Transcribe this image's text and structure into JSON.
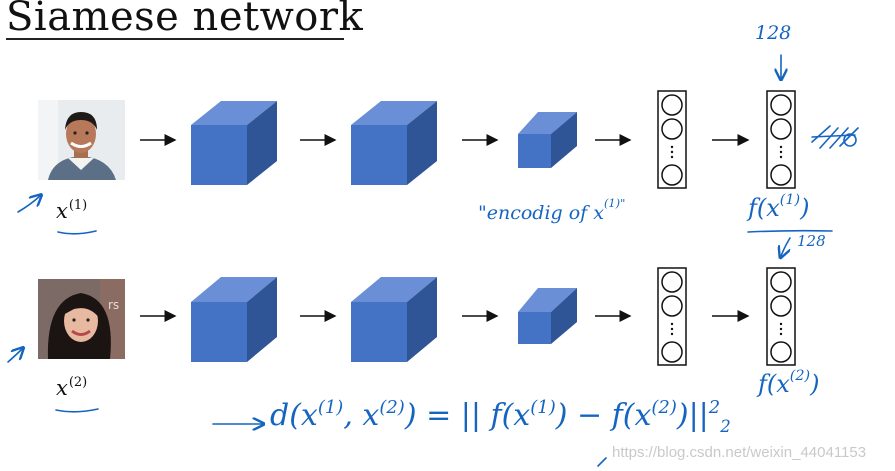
{
  "title": "Siamese network",
  "top_row": {
    "input_label": "x",
    "input_sup": "(1)",
    "encoding_annotation": "\"encodig of x",
    "encoding_sup": "(1)\"",
    "vector_size": "128",
    "output_label": "f(x",
    "output_sup": "(1)",
    "output_close": ")"
  },
  "bottom_row": {
    "input_label": "x",
    "input_sup": "(2)",
    "vector_size": "128",
    "output_label": "f(x",
    "output_sup": "(2)",
    "output_close": ")"
  },
  "distance_formula": {
    "lhs": "d(x",
    "sup1": "(1)",
    "mid": ", x",
    "sup2": "(2)",
    "eq": ") = || f(x",
    "sup3": "(1)",
    "minus": ") − f(x",
    "sup4": "(2)",
    "end": ")||",
    "power": "2",
    "sub": "2"
  },
  "colors": {
    "cube_front": "#4472c4",
    "cube_top": "#6a8fd6",
    "cube_side": "#2f5597",
    "ink": "#1565c0"
  },
  "watermark": "https://blog.csdn.net/weixin_44041153"
}
